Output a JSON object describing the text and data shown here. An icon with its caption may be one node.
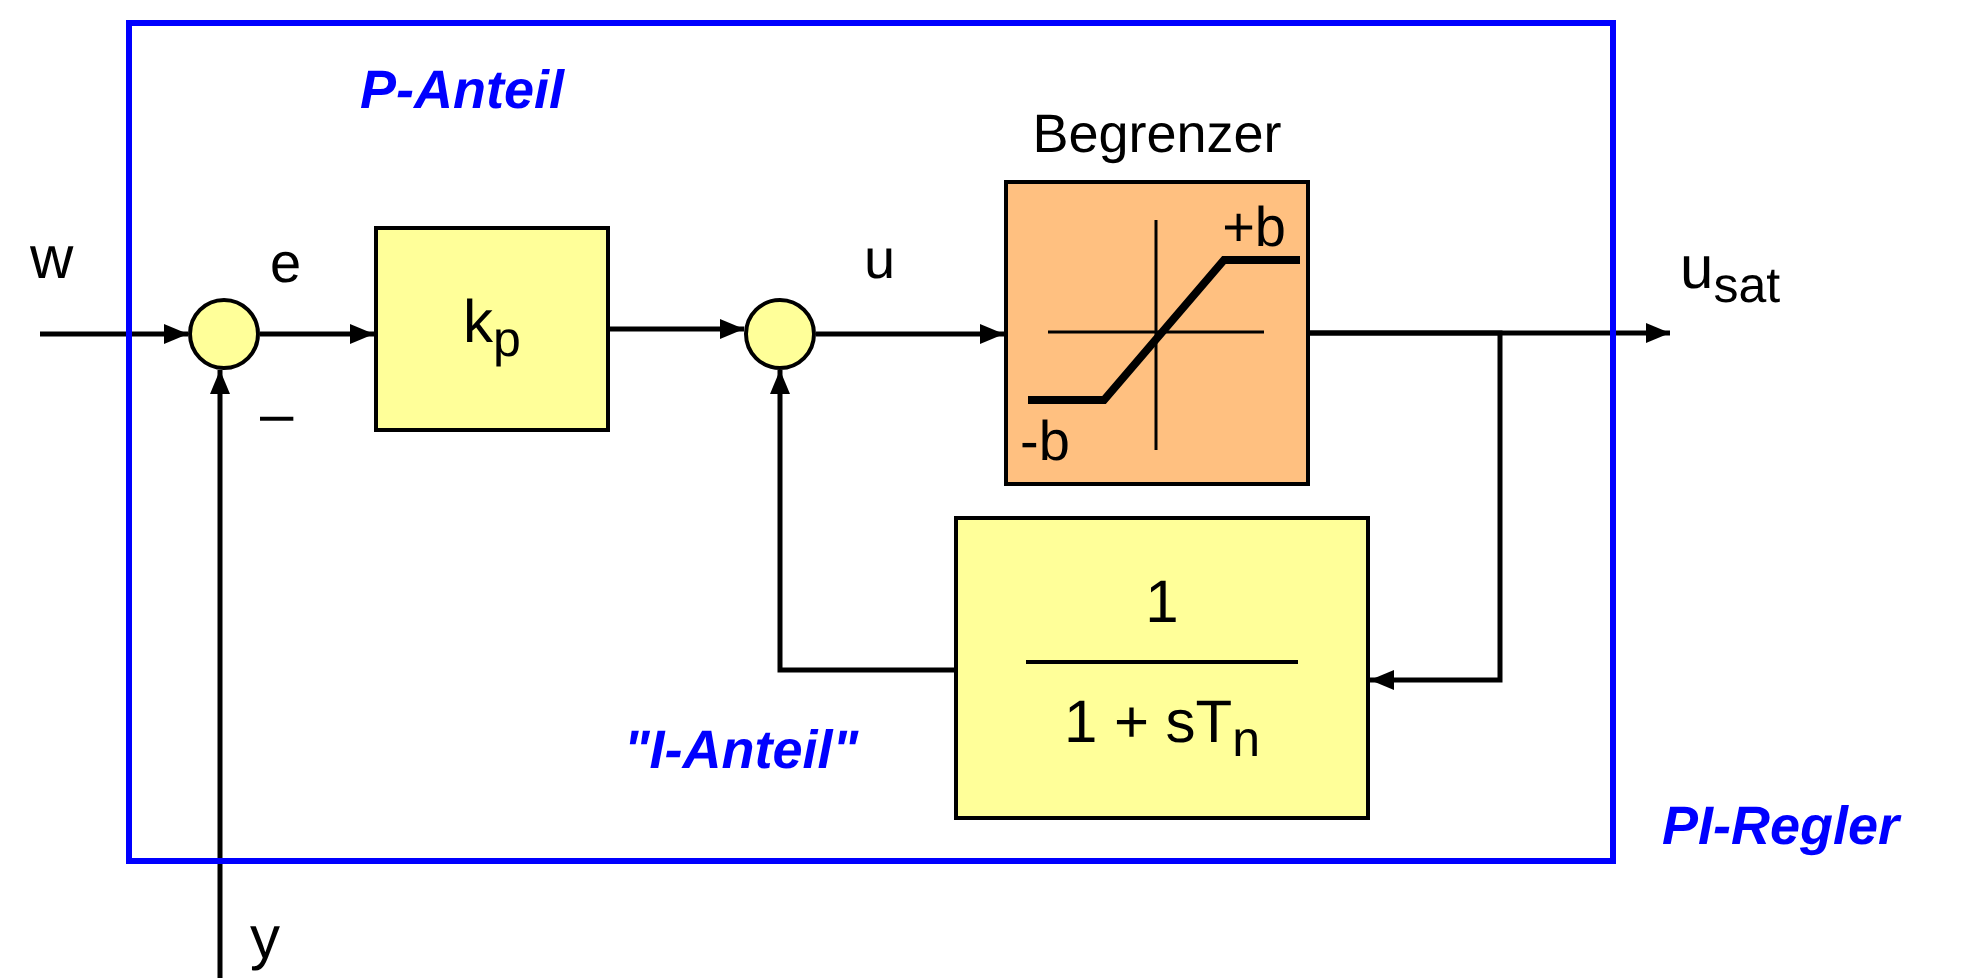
{
  "diagram": {
    "nodes": [
      {
        "text": [
          "PI-Regler"
        ]
      },
      {
        "text": [],
        "shape": "circle",
        "in": 0
      },
      {
        "text": [
          "k$_{p}$"
        ],
        "in": 0
      },
      {
        "text": [],
        "shape": "circle",
        "in": 0
      },
      {
        "text": [
          "Begrenzer",
          "+b",
          "-b"
        ],
        "in": 0
      },
      {
        "text": [
          "1",
          "1 + sT$_{n}$"
        ],
        "in": 0
      },
      {
        "text": [
          "w"
        ]
      },
      {
        "text": [
          "y"
        ]
      },
      {
        "text": [
          "u$_{sat}$"
        ]
      }
    ],
    "edges": [
      {
        "from": 6,
        "to": 1,
        "arrow": "to"
      },
      {
        "from": 1,
        "to": 2,
        "arrow": "to",
        "label": "e"
      },
      {
        "from": 7,
        "to": 1,
        "arrow": "to"
      },
      {
        "from": 2,
        "to": 3,
        "arrow": "to"
      },
      {
        "from": 3,
        "to": 4,
        "arrow": "to",
        "label": "u"
      },
      {
        "from": 4,
        "to": 8,
        "arrow": "to"
      },
      {
        "from": 4,
        "to": 5,
        "arrow": "to"
      },
      {
        "from": 5,
        "to": 3,
        "arrow": "to"
      }
    ],
    "labels": [
      "P-Anteil",
      "\"I-Anteil\"",
      "–"
    ]
  }
}
